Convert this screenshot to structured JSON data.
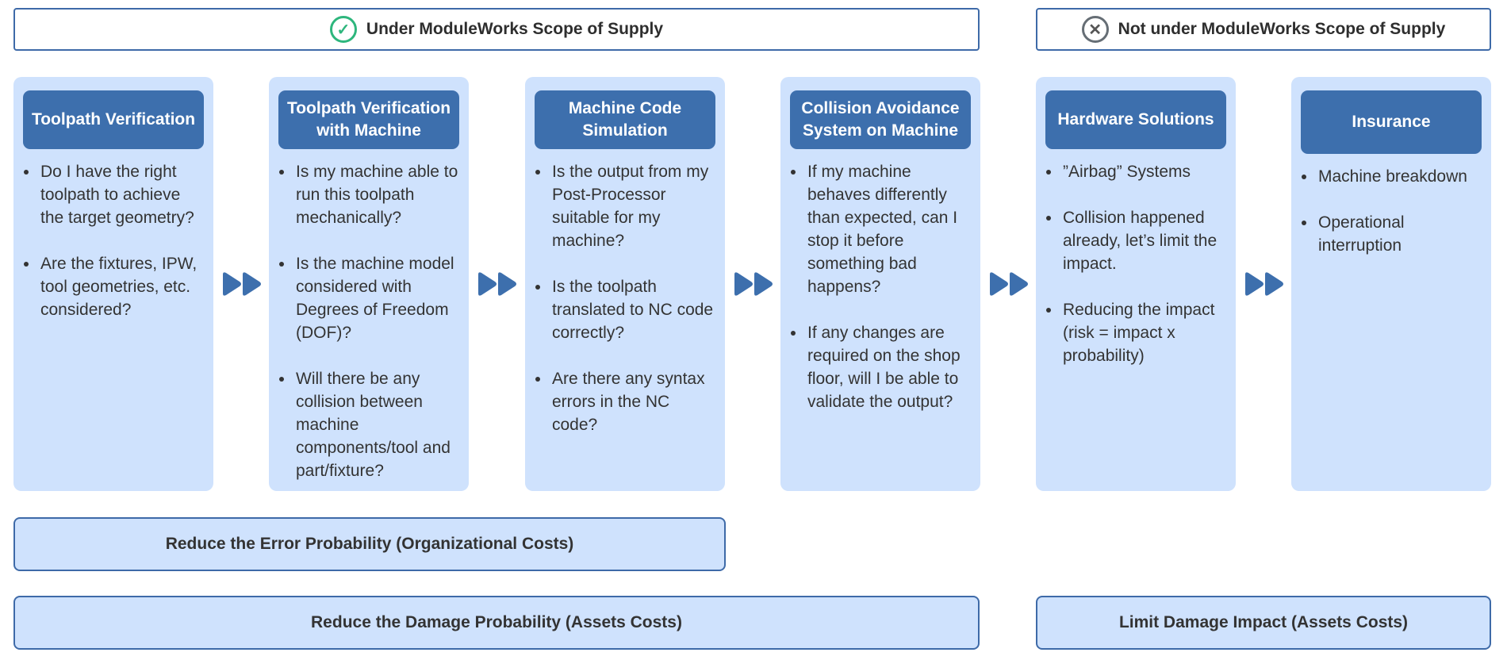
{
  "scope": {
    "in": {
      "label": "Under ModuleWorks Scope of Supply",
      "icon": "check-circle-icon",
      "color": "#2eb67d"
    },
    "out": {
      "label": "Not under ModuleWorks Scope of Supply",
      "icon": "x-circle-icon",
      "color": "#666e75"
    }
  },
  "cards": [
    {
      "title": "Toolpath Verification",
      "bullets": [
        "Do I have the right toolpath to achieve the target geometry?",
        "Are the fixtures, IPW, tool geometries, etc. considered?"
      ]
    },
    {
      "title": "Toolpath Verification with Machine",
      "bullets": [
        "Is my machine able to run this toolpath mechanically?",
        "Is the machine model considered with Degrees of Freedom (DOF)?",
        "Will there be any collision between machine components/tool and part/fixture?"
      ]
    },
    {
      "title": "Machine Code Simulation",
      "bullets": [
        "Is the output from my Post-Processor suitable for my machine?",
        "Is the toolpath translated to NC code correctly?",
        "Are there any syntax errors in the NC code?"
      ]
    },
    {
      "title": "Collision Avoidance System on Machine",
      "bullets": [
        "If my machine behaves differently than expected, can I stop it before something bad happens?",
        "If any changes are required on the shop floor, will I be able to validate the output?"
      ]
    },
    {
      "title": "Hardware Solutions",
      "bullets": [
        "”Airbag” Systems",
        "Collision happened already, let’s limit the impact.",
        "Reducing the impact (risk = impact x probability)"
      ]
    },
    {
      "title": "Insurance",
      "bullets": [
        "Machine breakdown",
        "Operational interruption"
      ]
    }
  ],
  "bars": {
    "error": "Reduce the Error Probability (Organizational Costs)",
    "damage": "Reduce the Damage Probability (Assets Costs)",
    "limit": "Limit Damage Impact (Assets Costs)"
  },
  "colors": {
    "card": "#cfe2fd",
    "header": "#3d6fad",
    "border": "#3e6aa8"
  }
}
